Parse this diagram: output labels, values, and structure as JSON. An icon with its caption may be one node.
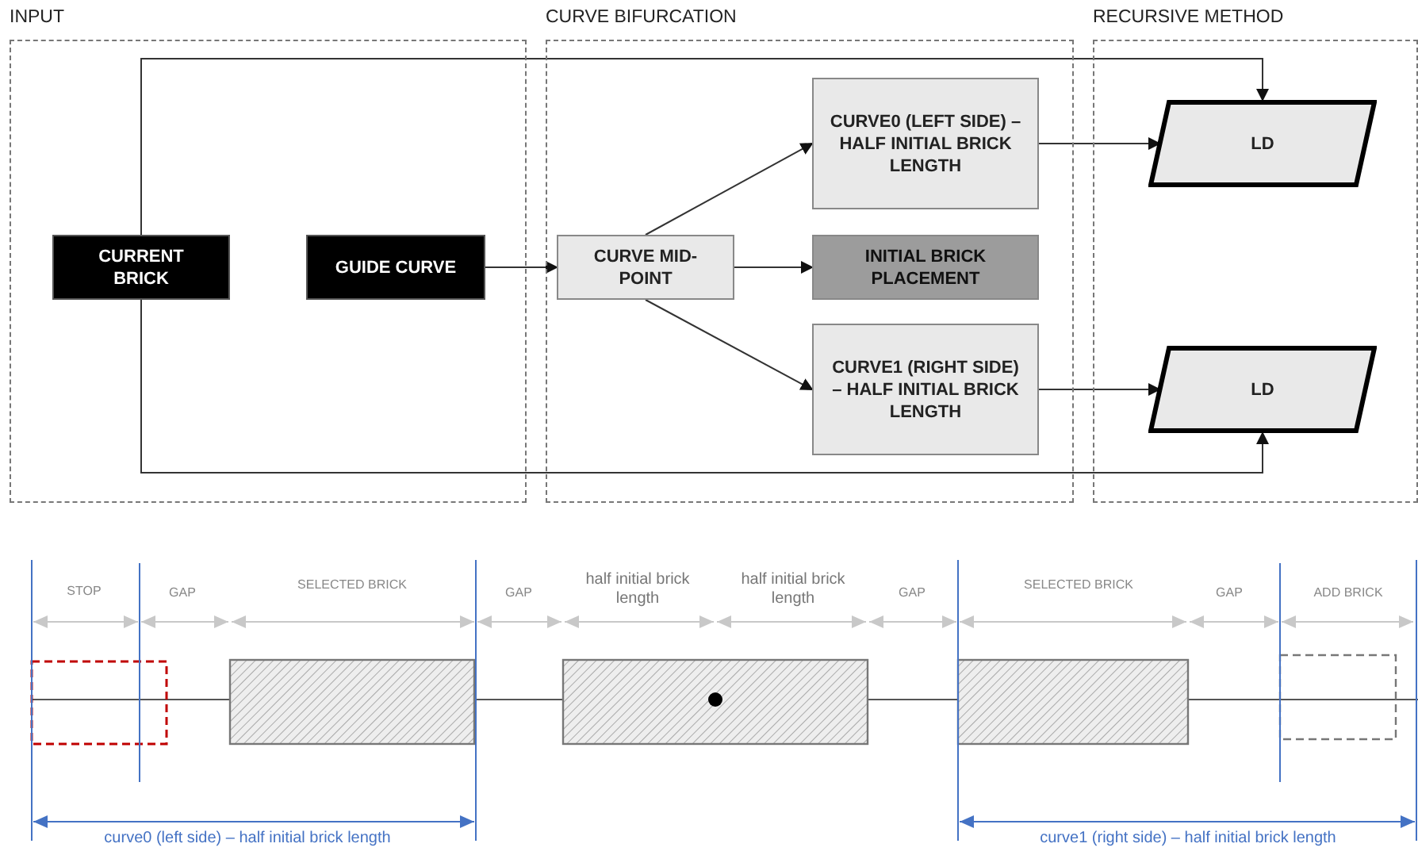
{
  "diagram": {
    "nodes": [
      {
        "text": [
          "INPUT"
        ]
      },
      {
        "text": [
          "CURVE BIFURCATION"
        ]
      },
      {
        "text": [
          "RECURSIVE METHOD"
        ]
      },
      {
        "text": [
          "CURRENT BRICK"
        ],
        "in": 0
      },
      {
        "text": [
          "GUIDE CURVE"
        ],
        "in": 0
      },
      {
        "text": [
          "CURVE MID-POINT"
        ],
        "in": 1
      },
      {
        "text": [
          "CURVE0 (LEFT SIDE) – HALF INITIAL BRICK LENGTH"
        ],
        "in": 1
      },
      {
        "text": [
          "INITIAL BRICK PLACEMENT"
        ],
        "in": 1
      },
      {
        "text": [
          "CURVE1 (RIGHT SIDE) – HALF INITIAL BRICK LENGTH"
        ],
        "in": 1
      },
      {
        "text": [
          "LD"
        ],
        "in": 2
      },
      {
        "text": [
          "LD"
        ],
        "in": 2
      }
    ],
    "edges": [
      {
        "from": 4,
        "to": 5,
        "arrow": "to"
      },
      {
        "from": 5,
        "to": 6,
        "arrow": "to"
      },
      {
        "from": 5,
        "to": 7,
        "arrow": "to"
      },
      {
        "from": 5,
        "to": 8,
        "arrow": "to"
      },
      {
        "from": 6,
        "to": 9,
        "arrow": "to"
      },
      {
        "from": 8,
        "to": 10,
        "arrow": "to"
      },
      {
        "from": 3,
        "to": 9,
        "arrow": "to"
      },
      {
        "from": 3,
        "to": 10,
        "arrow": "to"
      }
    ],
    "labels": [
      "STOP",
      "GAP",
      "SELECTED BRICK",
      "GAP",
      "half initial brick length",
      "half initial brick length",
      "GAP",
      "SELECTED BRICK",
      "GAP",
      "ADD BRICK",
      "curve0 (left side) – half initial brick length",
      "curve1 (right side) – half initial brick length"
    ]
  }
}
